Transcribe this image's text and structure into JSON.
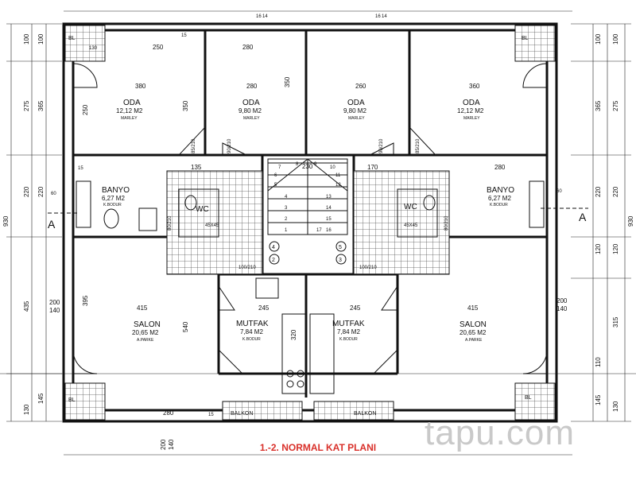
{
  "caption": "1.-2. NORMAL KAT PLANI",
  "watermark": {
    "text": "tapu.com",
    "color": "#c9c9c9"
  },
  "colors": {
    "caption": "#d9302a",
    "line": "#111111",
    "tile": "#555555"
  },
  "section_marker": "A",
  "rooms": {
    "oda_1": {
      "name": "ODA",
      "area": "12,12 M2",
      "material": "MARLEY"
    },
    "oda_2": {
      "name": "ODA",
      "area": "9,80 M2",
      "material": "MARLEY"
    },
    "oda_3": {
      "name": "ODA",
      "area": "9,80 M2",
      "material": "MARLEY"
    },
    "oda_4": {
      "name": "ODA",
      "area": "12,12 M2",
      "material": "MARLEY"
    },
    "banyo_1": {
      "name": "BANYO",
      "area": "6,27 M2",
      "material": "K.BODUR"
    },
    "banyo_2": {
      "name": "BANYO",
      "area": "6,27 M2",
      "material": "K.BODUR"
    },
    "wc_1": {
      "name": "WC"
    },
    "wc_2": {
      "name": "WC"
    },
    "salon_1": {
      "name": "SALON",
      "area": "20,65 M2",
      "material": "A.PARKE"
    },
    "salon_2": {
      "name": "SALON",
      "area": "20,65 M2",
      "material": "A.PARKE"
    },
    "mutfak_1": {
      "name": "MUTFAK",
      "area": "7,84 M2",
      "material": "K.BODUR"
    },
    "mutfak_2": {
      "name": "MUTFAK",
      "area": "7,84 M2",
      "material": "K.BODUR"
    },
    "balkon_1": {
      "name": "BALKON"
    },
    "balkon_2": {
      "name": "BALKON"
    },
    "bl_tl": {
      "name": "BL"
    },
    "bl_tr": {
      "name": "BL"
    },
    "bl_bl": {
      "name": "BL"
    },
    "bl_br": {
      "name": "BL"
    }
  },
  "dimensions": {
    "left_outer": [
      "100",
      "275",
      "220",
      "435",
      "130"
    ],
    "left_inner": [
      "100",
      "365",
      "220",
      "200",
      "140",
      "145"
    ],
    "left_total": "930",
    "right_inner": [
      "100",
      "365",
      "220",
      "120",
      "200",
      "140",
      "110",
      "145"
    ],
    "right_outer": [
      "100",
      "275",
      "220",
      "120",
      "315",
      "130"
    ],
    "right_total": "930",
    "top_marks": [
      "16",
      "14",
      "16",
      "14"
    ],
    "bottom_marks": [
      "200",
      "140"
    ],
    "interior": [
      "250",
      "280",
      "380",
      "280",
      "260",
      "360",
      "250",
      "350",
      "350",
      "280",
      "230",
      "170",
      "135",
      "245",
      "245",
      "415",
      "415",
      "395",
      "540",
      "280",
      "320",
      "15",
      "60",
      "60",
      "130",
      "15",
      "15"
    ]
  },
  "stair_numbers": [
    "1",
    "2",
    "3",
    "4",
    "5",
    "6",
    "7",
    "8",
    "9",
    "10",
    "11",
    "12",
    "13",
    "14",
    "15",
    "16",
    "17"
  ],
  "circle_numbers": [
    "4",
    "2",
    "5",
    "3"
  ],
  "door_codes": [
    "85/210",
    "90/210",
    "90/210",
    "85/210",
    "100/210",
    "100/210",
    "80/210",
    "80/210",
    "45X45",
    "45X45"
  ]
}
